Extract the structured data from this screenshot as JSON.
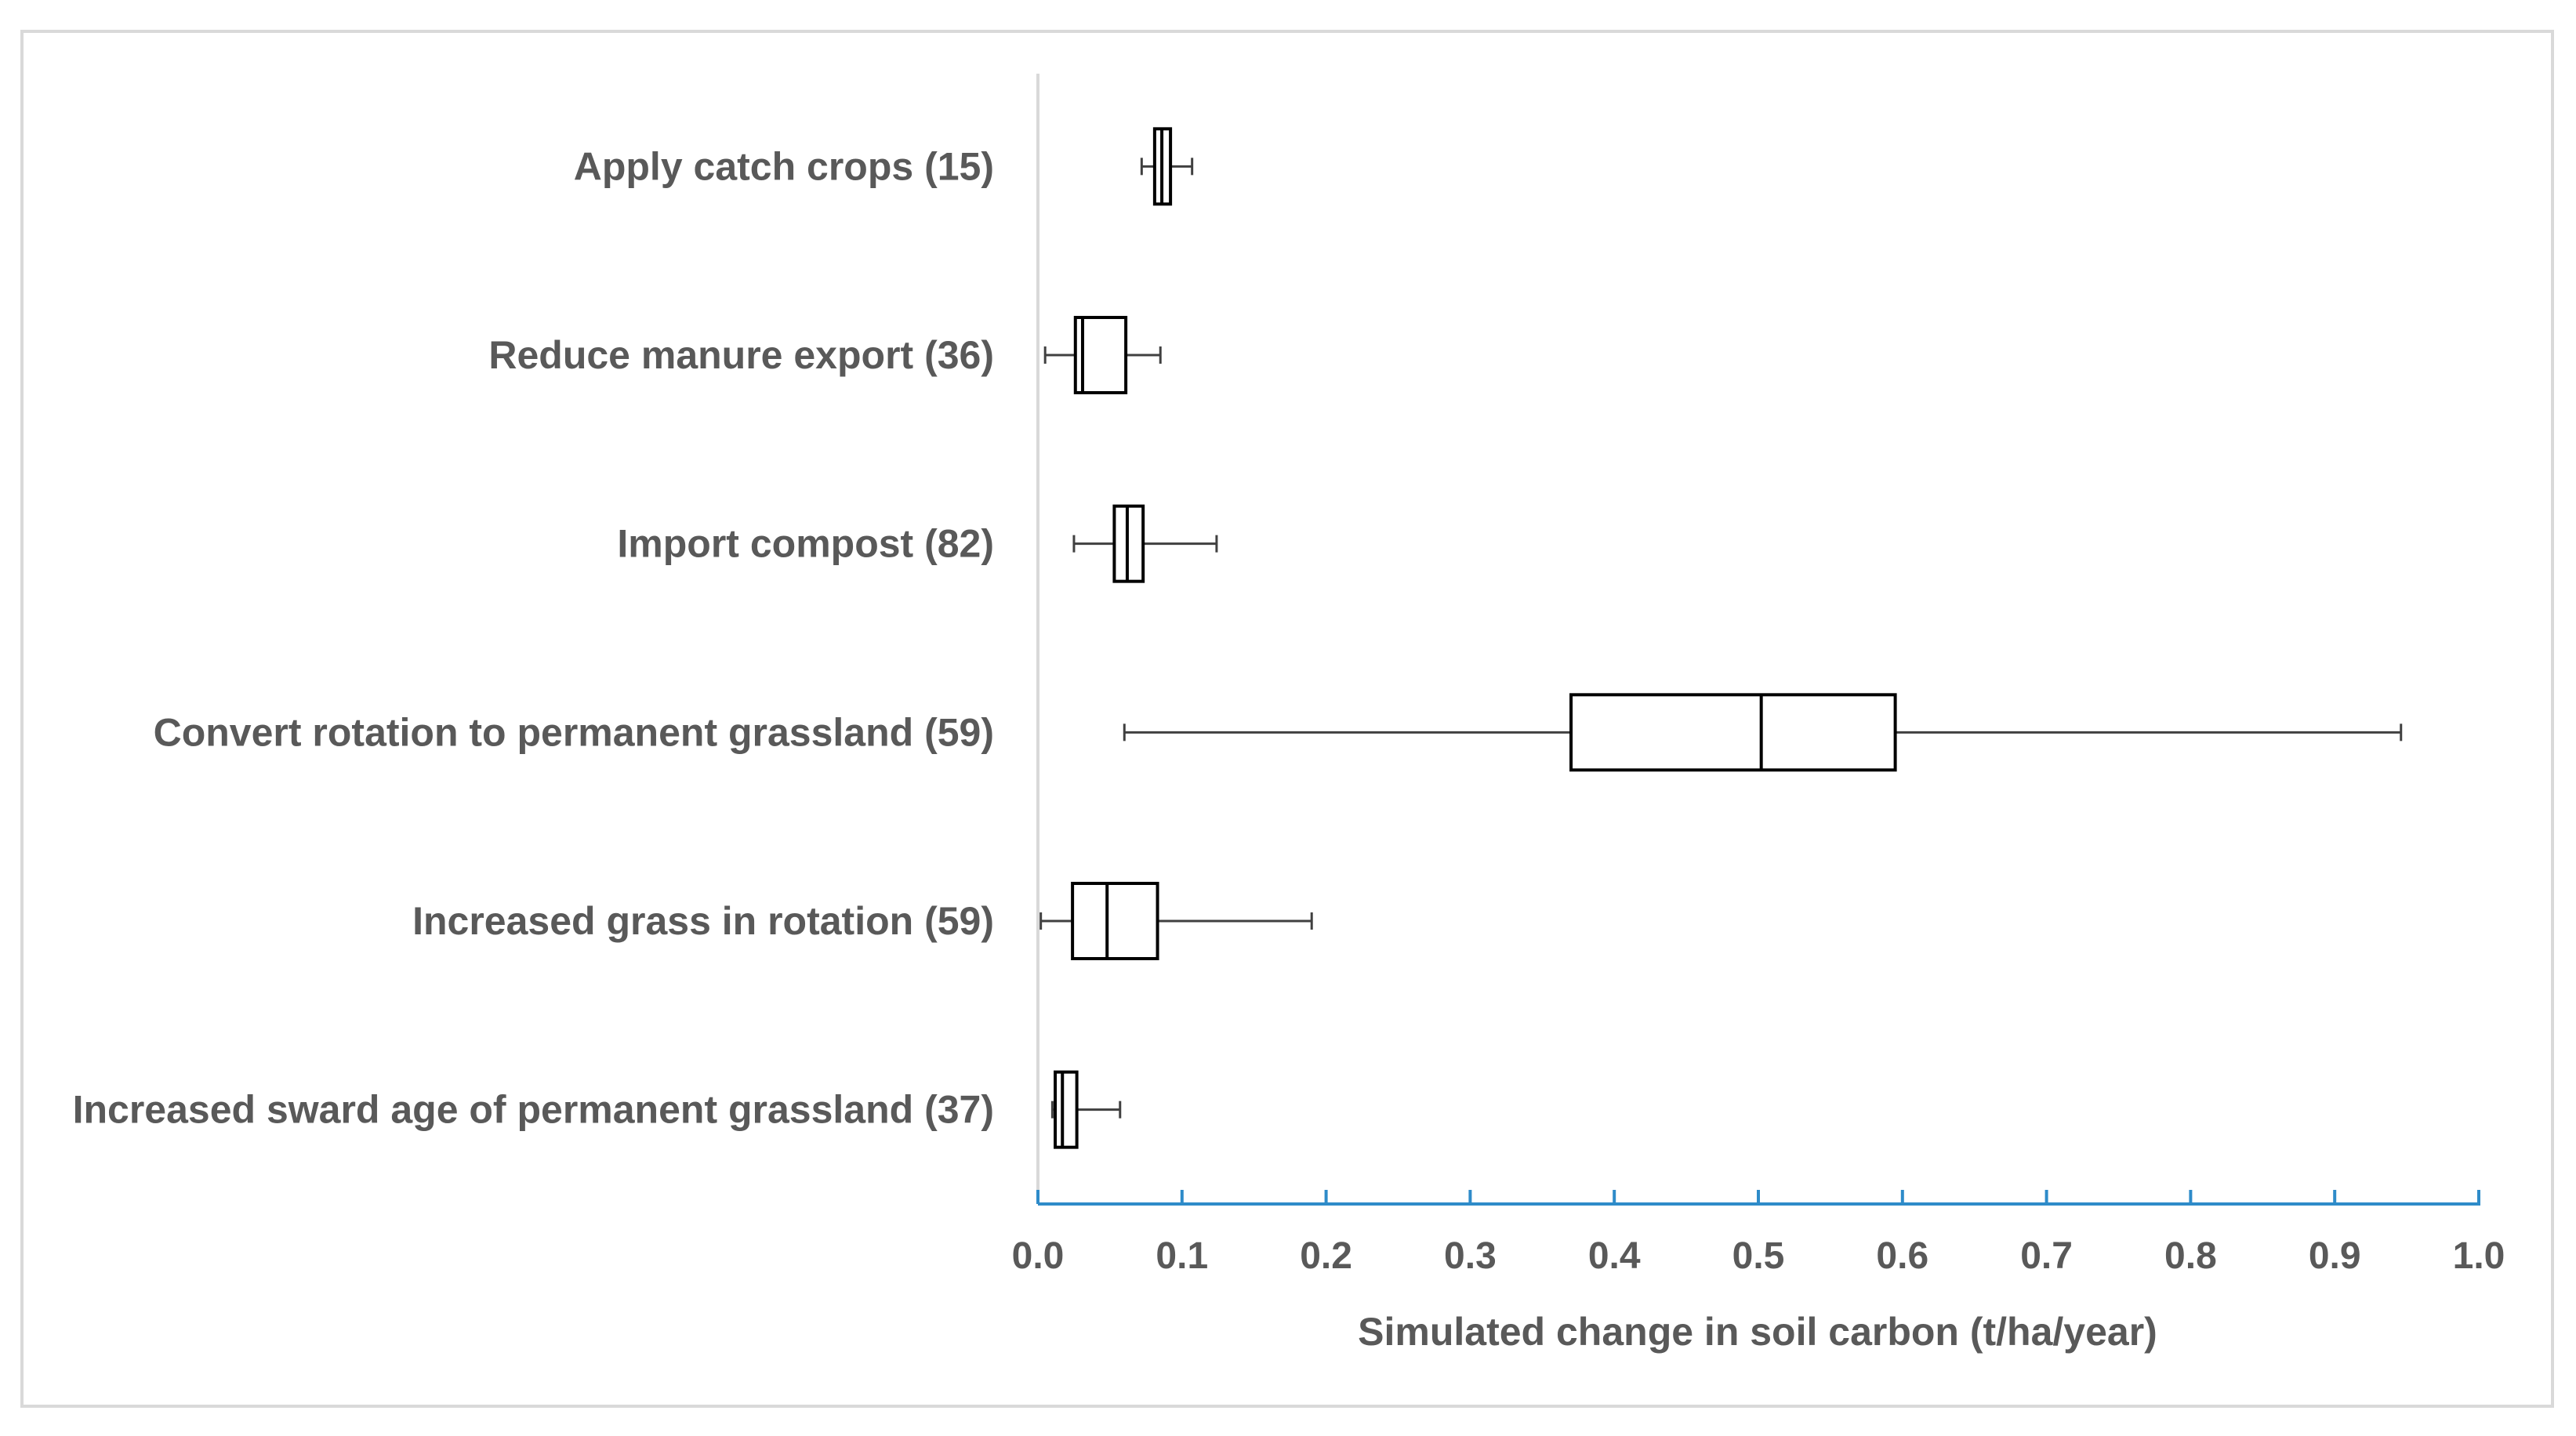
{
  "chart_data": {
    "type": "boxplot",
    "orientation": "horizontal",
    "title": "",
    "xlabel": "Simulated change in soil carbon (t/ha/year)",
    "ylabel": "",
    "xlim": [
      0.0,
      1.0
    ],
    "xticks": [
      "0.0",
      "0.1",
      "0.2",
      "0.3",
      "0.4",
      "0.5",
      "0.6",
      "0.7",
      "0.8",
      "0.9",
      "1.0"
    ],
    "grid": false,
    "legend": "none",
    "colors": {
      "axis": "#2e8bc9",
      "box_stroke": "#000000",
      "whisker": "#404040",
      "label": "#595959",
      "frame": "#d9d9d9"
    },
    "categories": [
      "Apply catch crops (15)",
      "Reduce manure export (36)",
      "Import compost (82)",
      "Convert rotation to permanent grassland (59)",
      "Increased grass in rotation (59)",
      "Increased sward age of permanent grassland (37)"
    ],
    "boxes": [
      {
        "min": 0.072,
        "q1": 0.081,
        "median": 0.086,
        "q3": 0.092,
        "max": 0.107
      },
      {
        "min": 0.005,
        "q1": 0.026,
        "median": 0.031,
        "q3": 0.061,
        "max": 0.085
      },
      {
        "min": 0.025,
        "q1": 0.053,
        "median": 0.062,
        "q3": 0.073,
        "max": 0.124
      },
      {
        "min": 0.06,
        "q1": 0.37,
        "median": 0.502,
        "q3": 0.595,
        "max": 0.946
      },
      {
        "min": 0.002,
        "q1": 0.024,
        "median": 0.048,
        "q3": 0.083,
        "max": 0.19
      },
      {
        "min": 0.01,
        "q1": 0.012,
        "median": 0.017,
        "q3": 0.027,
        "max": 0.057
      }
    ]
  }
}
